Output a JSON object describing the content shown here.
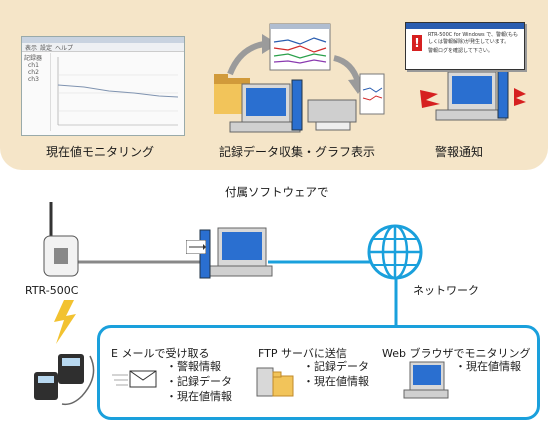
{
  "top_section": {
    "panel1_label": "現在値モニタリング",
    "panel2_label": "記録データ収集・グラフ表示",
    "panel3_label": "警報通知",
    "caption": "付属ソフトウェアで"
  },
  "monitor_window": {
    "menu_items": [
      "表示",
      "設定",
      "ヘルプ"
    ],
    "tree_items": [
      "記録器",
      "ch1",
      "ch2",
      "ch3"
    ]
  },
  "alert_dialog": {
    "line1": "RTR-500C for Windows で、警報(ももしくは警報解除)が発生しています。",
    "line2": "警報ログを確認して下さい。"
  },
  "device": {
    "name": "RTR-500C"
  },
  "network": {
    "label": "ネットワーク"
  },
  "bottom_section": {
    "email": {
      "title": "E メールで受け取る",
      "items": [
        "・警報情報",
        "・記録データ",
        "・現在値情報"
      ]
    },
    "ftp": {
      "title": "FTP サーバに送信",
      "items": [
        "・記録データ",
        "・現在値情報"
      ]
    },
    "web": {
      "title": "Web ブラウザでモニタリング",
      "items": [
        "・現在値情報"
      ]
    }
  },
  "colors": {
    "top_panel": "#f5e5c8",
    "network_blue": "#1aa0dc",
    "gray_line": "#888888",
    "lightning": "#f2c230"
  }
}
